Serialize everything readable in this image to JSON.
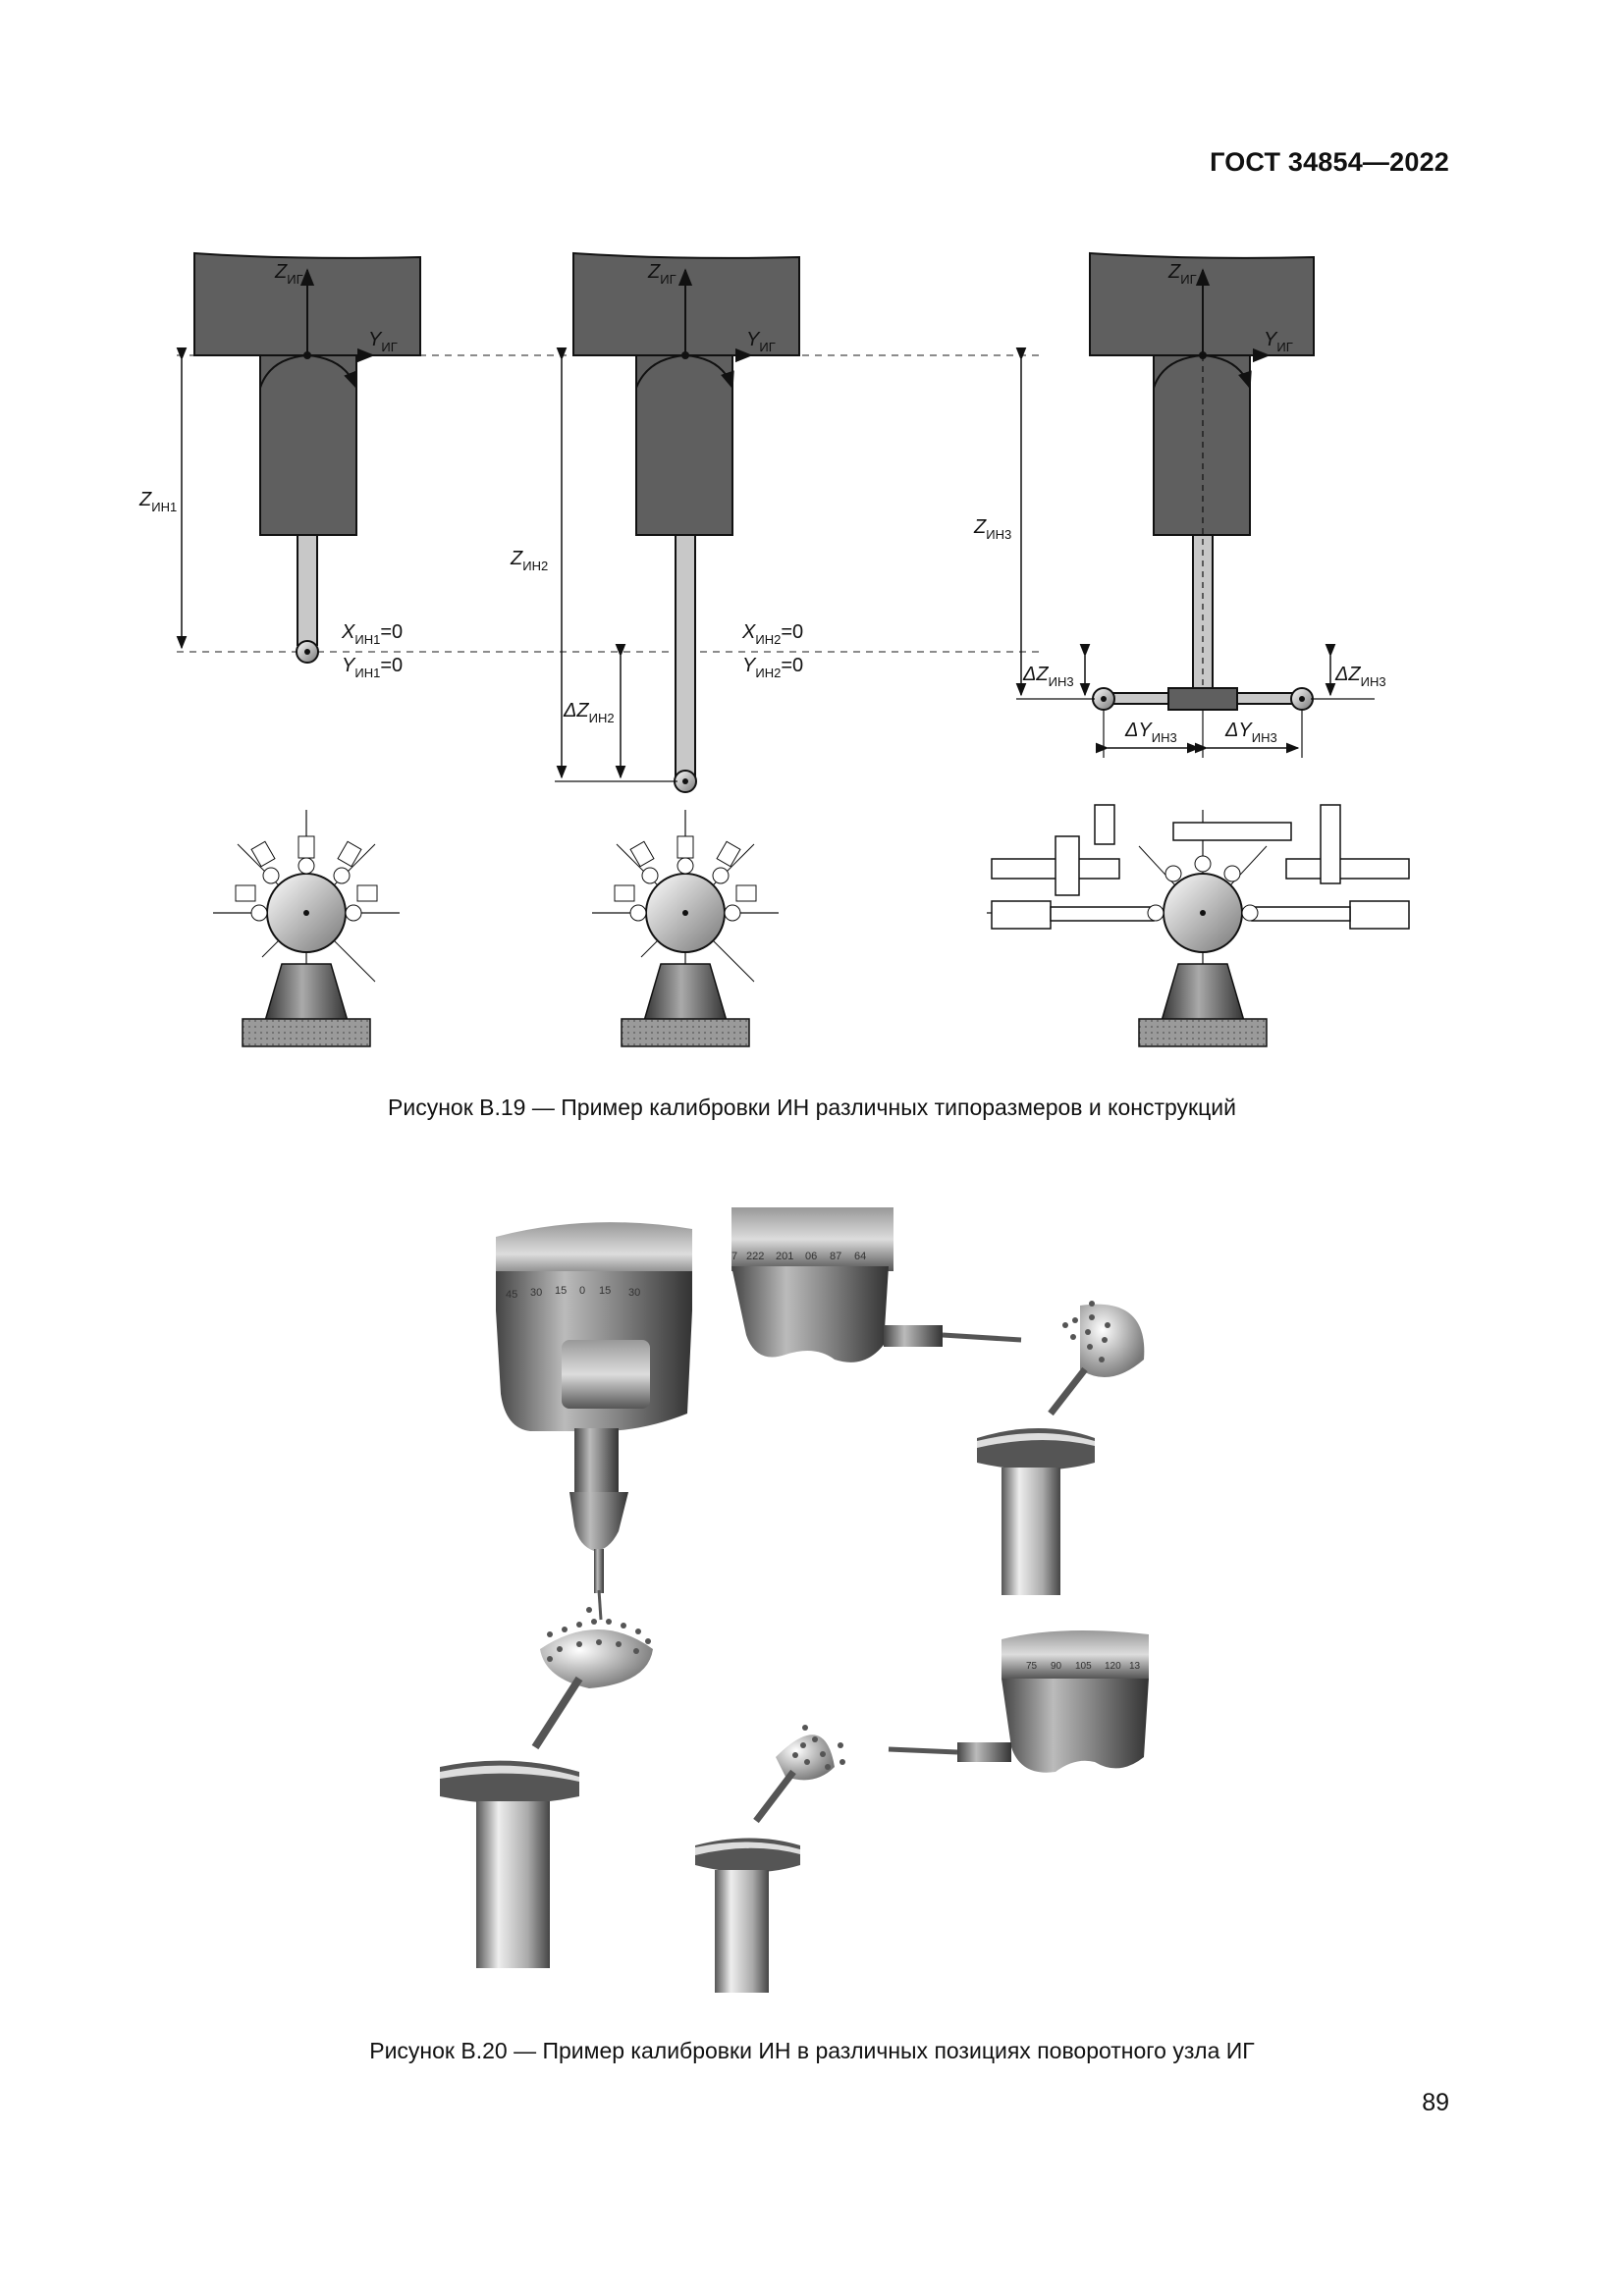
{
  "header": {
    "standard": "ГОСТ 34854—2022"
  },
  "figure_19": {
    "caption": "Рисунок В.19 — Пример калибровки ИН различных типоразмеров и конструкций",
    "labels": {
      "z_ig": "Z",
      "z_ig_sub": "ИГ",
      "y_ig": "Y",
      "y_ig_sub": "ИГ",
      "z_in1": "Z",
      "z_in1_sub": "ИН1",
      "z_in2": "Z",
      "z_in2_sub": "ИН2",
      "z_in3": "Z",
      "z_in3_sub": "ИН3",
      "x_in1": "X",
      "x_in1_sub": "ИН1",
      "x_in1_val": "=0",
      "y_in1": "Y",
      "y_in1_sub": "ИН1",
      "y_in1_val": "=0",
      "x_in2": "X",
      "x_in2_sub": "ИН2",
      "x_in2_val": "=0",
      "y_in2": "Y",
      "y_in2_sub": "ИН2",
      "y_in2_val": "=0",
      "dz_in2": "ΔZ",
      "dz_in2_sub": "ИН2",
      "dz_in3": "ΔZ",
      "dz_in3_sub": "ИН3",
      "dy_in3": "ΔY",
      "dy_in3_sub": "ИН3"
    }
  },
  "figure_20": {
    "caption": "Рисунок В.20 — Пример калибровки ИН в различных позициях поворотного узла ИГ"
  },
  "page": {
    "number": "89"
  },
  "colors": {
    "head_fill": "#5f5f5f",
    "outline": "#111111",
    "pedestal_fill": "#8a8a8a"
  }
}
